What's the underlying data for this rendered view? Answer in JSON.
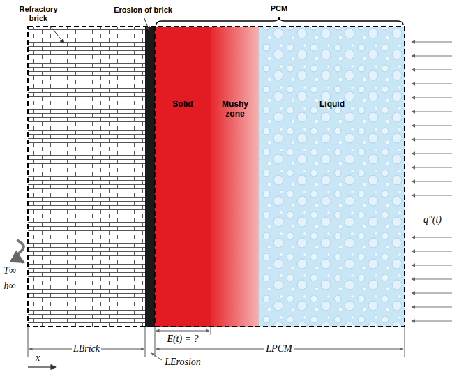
{
  "diagram": {
    "nodes": [
      {
        "text": [
          "Solid"
        ]
      },
      {
        "text": [
          "Mushy zone"
        ]
      },
      {
        "text": [
          "Liquid"
        ]
      }
    ],
    "labels": [
      "Refractory brick",
      "Erosion of brick",
      "PCM",
      "T∞",
      "h∞",
      "q″(t)",
      "E(t) = ?",
      "LBrick",
      "LErosion",
      "LPCM",
      "x"
    ]
  }
}
